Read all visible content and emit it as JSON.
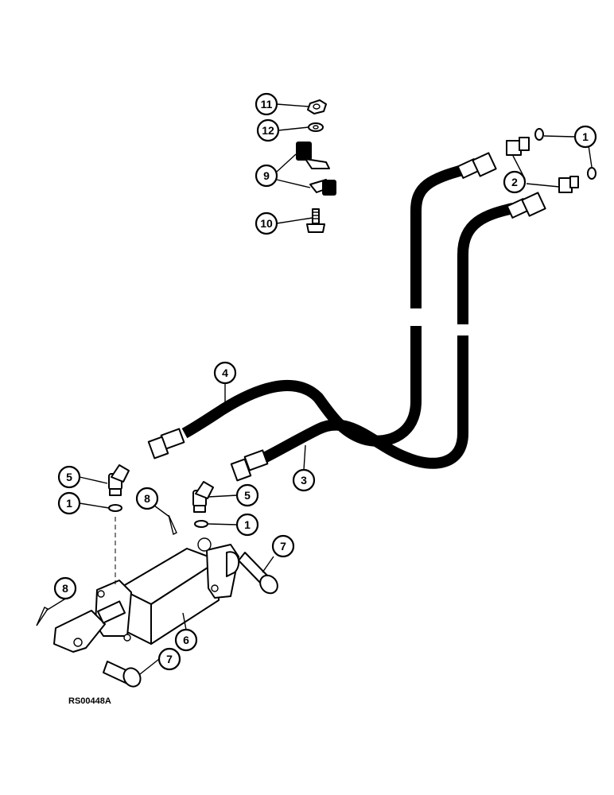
{
  "figure_code": "RS00448A",
  "callouts": [
    {
      "label": "11",
      "part": "nut"
    },
    {
      "label": "12",
      "part": "lock-washer"
    },
    {
      "label": "9",
      "part": "hose-clamp"
    },
    {
      "label": "10",
      "part": "bolt"
    },
    {
      "label": "1",
      "part": "o-ring"
    },
    {
      "label": "2",
      "part": "adapter-fitting"
    },
    {
      "label": "4",
      "part": "hydraulic-hose"
    },
    {
      "label": "3",
      "part": "hydraulic-hose"
    },
    {
      "label": "5",
      "part": "elbow-fitting"
    },
    {
      "label": "1",
      "part": "o-ring"
    },
    {
      "label": "8",
      "part": "cotter-pin"
    },
    {
      "label": "5",
      "part": "elbow-fitting"
    },
    {
      "label": "1",
      "part": "o-ring"
    },
    {
      "label": "7",
      "part": "clevis-pin"
    },
    {
      "label": "8",
      "part": "cotter-pin"
    },
    {
      "label": "6",
      "part": "hydraulic-cylinder"
    },
    {
      "label": "7",
      "part": "clevis-pin"
    }
  ]
}
